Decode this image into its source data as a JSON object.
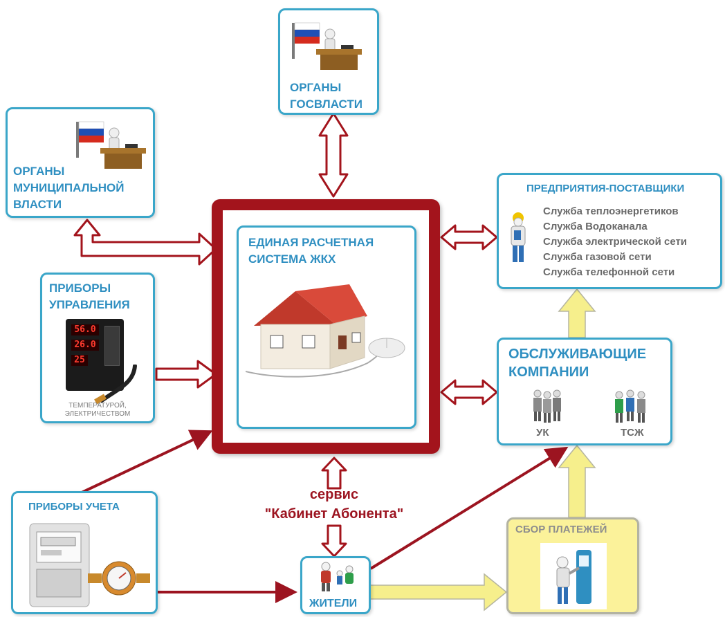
{
  "center": {
    "title_line1": "ЕДИНАЯ РАСЧЕТНАЯ",
    "title_line2": "СИСТЕМА ЖКХ"
  },
  "gov": {
    "line1": "ОРГАНЫ",
    "line2": "ГОСВЛАСТИ"
  },
  "municipal": {
    "line1": "ОРГАНЫ",
    "line2": "МУНИЦИПАЛЬНОЙ",
    "line3": "ВЛАСТИ"
  },
  "control": {
    "line1": "ПРИБОРЫ",
    "line2": "УПРАВЛЕНИЯ",
    "caption1": "ТЕМПЕРАТУРОЙ,",
    "caption2": "ЭЛЕКТРИЧЕСТВОМ",
    "display": [
      "56.0",
      "26.0",
      "25"
    ]
  },
  "metering": {
    "title": "ПРИБОРЫ УЧЕТА"
  },
  "residents": {
    "title": "ЖИТЕЛИ"
  },
  "service": {
    "line1": "сервис",
    "line2": "\"Кабинет Абонента\""
  },
  "suppliers": {
    "title": "ПРЕДПРИЯТИЯ-ПОСТАВЩИКИ",
    "items": [
      "Служба теплоэнергетиков",
      "Служба Водоканала",
      "Служба электрической сети",
      "Служба газовой сети",
      "Служба телефонной сети"
    ]
  },
  "maintenance": {
    "line1": "ОБСЛУЖИВАЮЩИЕ",
    "line2": "КОМПАНИИ",
    "uk": "УК",
    "tszh": "ТСЖ"
  },
  "payments": {
    "title": "СБОР ПЛАТЕЖЕЙ"
  },
  "colors": {
    "box_border": "#3aa6c9",
    "title_blue": "#2f8fc1",
    "center_frame": "#a3141c",
    "dark_red": "#9c1420",
    "payments_fill": "#fbf29a",
    "yellow_arrow": "#f6ef8c"
  }
}
